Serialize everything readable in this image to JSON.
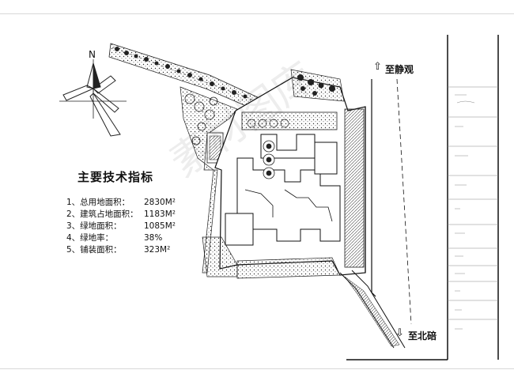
{
  "compass": {
    "north_label": "N"
  },
  "tech_indicators": {
    "title": "主要技术指标",
    "items": [
      {
        "label": "1、总用地面积：",
        "value": "2830M²"
      },
      {
        "label": "2、建筑占地面积：",
        "value": "1183M²"
      },
      {
        "label": "3、绿地面积：",
        "value": "1085M²"
      },
      {
        "label": "4、绿地率：",
        "value": "38%"
      },
      {
        "label": "5、铺装面积：",
        "value": "323M²"
      }
    ]
  },
  "directions": {
    "top": "至静观",
    "bottom": "至北碚"
  },
  "watermark": {
    "text": "素材图库"
  }
}
